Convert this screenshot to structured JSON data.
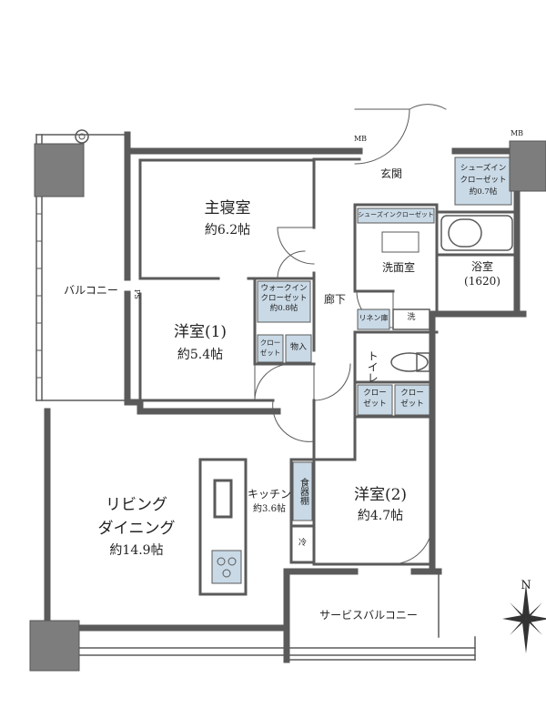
{
  "rooms": {
    "master": {
      "name": "主寝室",
      "area": "約6.2帖"
    },
    "western1": {
      "name": "洋室(1)",
      "area": "約5.4帖"
    },
    "western2": {
      "name": "洋室(2)",
      "area": "約4.7帖"
    },
    "living": {
      "line1": "リビング",
      "line2": "ダイニング",
      "area": "約14.9帖"
    },
    "kitchen": {
      "name": "キッチン",
      "area": "約3.6帖"
    },
    "entrance": "玄関",
    "washroom": "洗面室",
    "bath": {
      "name": "浴室",
      "size": "(1620)"
    },
    "hallway": "廊下",
    "toilet": "トイレ"
  },
  "storage": {
    "walkin": {
      "l1": "ウォークイン",
      "l2": "クローゼット",
      "area": "約0.8帖"
    },
    "shoes_ic": {
      "l1": "シューズイン",
      "l2": "クローゼット",
      "area": "約0.7帖"
    },
    "shoes_ic_inner": "シューズインクローゼット",
    "closet_w1": {
      "l1": "クロー",
      "l2": "ゼット"
    },
    "mono": "物入",
    "linen": "リネン庫",
    "wash_mark": "洗",
    "closet_a": {
      "l1": "クロー",
      "l2": "ゼット"
    },
    "closet_b": {
      "l1": "クロー",
      "l2": "ゼット"
    },
    "pantry": "食器棚",
    "fridge": "冷"
  },
  "outdoor": {
    "balcony": "バルコニー",
    "service_balcony": "サービスバルコニー"
  },
  "markers": {
    "ps": "PS",
    "mb1": "MB",
    "mb2": "MB",
    "north": "N"
  },
  "colors": {
    "wall": "#5a5a5a",
    "storage_fill": "#c9d9e6",
    "column_fill": "#7d7d7d"
  }
}
